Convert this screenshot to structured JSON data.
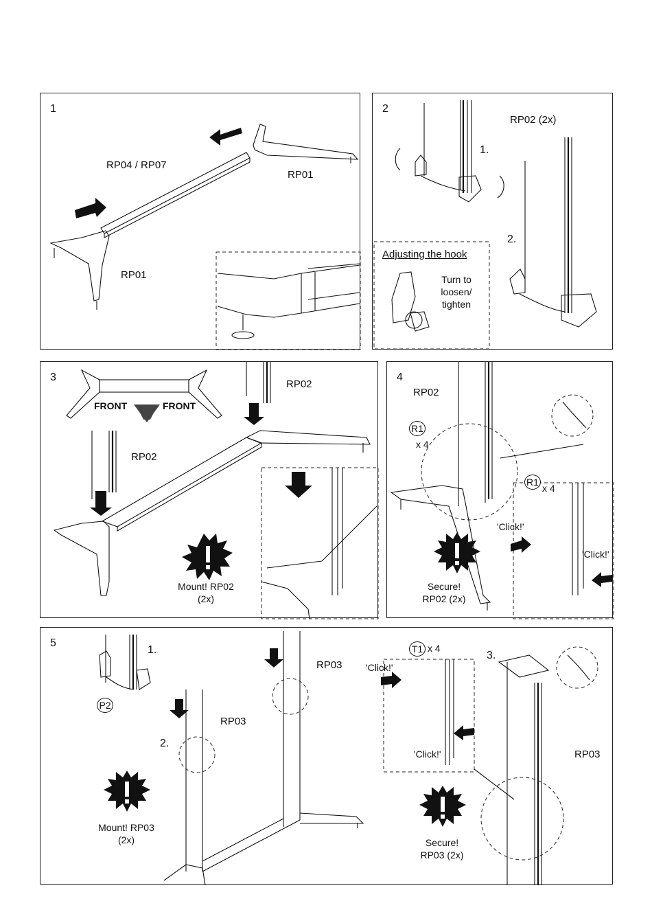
{
  "panels": {
    "p1": {
      "number": "1",
      "labels": {
        "crossbar": "RP04 /  RP07",
        "foot_right": "RP01",
        "foot_left": "RP01"
      }
    },
    "p2": {
      "number": "2",
      "labels": {
        "upright": "RP02 (2x)",
        "step1": "1.",
        "step2": "2."
      },
      "inset": {
        "title": "Adjusting the hook",
        "text": "Turn to loosen/ tighten"
      }
    },
    "p3": {
      "number": "3",
      "labels": {
        "front_left": "FRONT",
        "front_right": "FRONT",
        "upright_top": "RP02",
        "upright_left": "RP02"
      },
      "badge": {
        "text": "Mount! RP02 (2x)"
      }
    },
    "p4": {
      "number": "4",
      "labels": {
        "upright": "RP02",
        "r1_a": "R1",
        "r1_a_qty": "x 4",
        "r1_b": "R1",
        "r1_b_qty": "x 4",
        "click_a": "'Click!'",
        "click_b": "'Click!'"
      },
      "badge": {
        "text": "Secure! RP02 (2x)"
      }
    },
    "p5": {
      "number": "5",
      "labels": {
        "step1": "1.",
        "step2": "2.",
        "step3": "3.",
        "p2": "P2",
        "rp03_a": "RP03",
        "rp03_b": "RP03",
        "rp03_c": "RP03",
        "t1": "T1",
        "t1_qty": "x 4",
        "click_a": "'Click!'",
        "click_b": "'Click!'"
      },
      "badge_left": {
        "text": "Mount! RP03 (2x)"
      },
      "badge_right": {
        "text": "Secure! RP03 (2x)"
      }
    }
  },
  "icons": [
    "arrow-icon",
    "warning-burst-icon",
    "cable-tie-icon",
    "rotate-arrow-icon"
  ],
  "colors": {
    "line": "#111111",
    "background": "#ffffff"
  }
}
